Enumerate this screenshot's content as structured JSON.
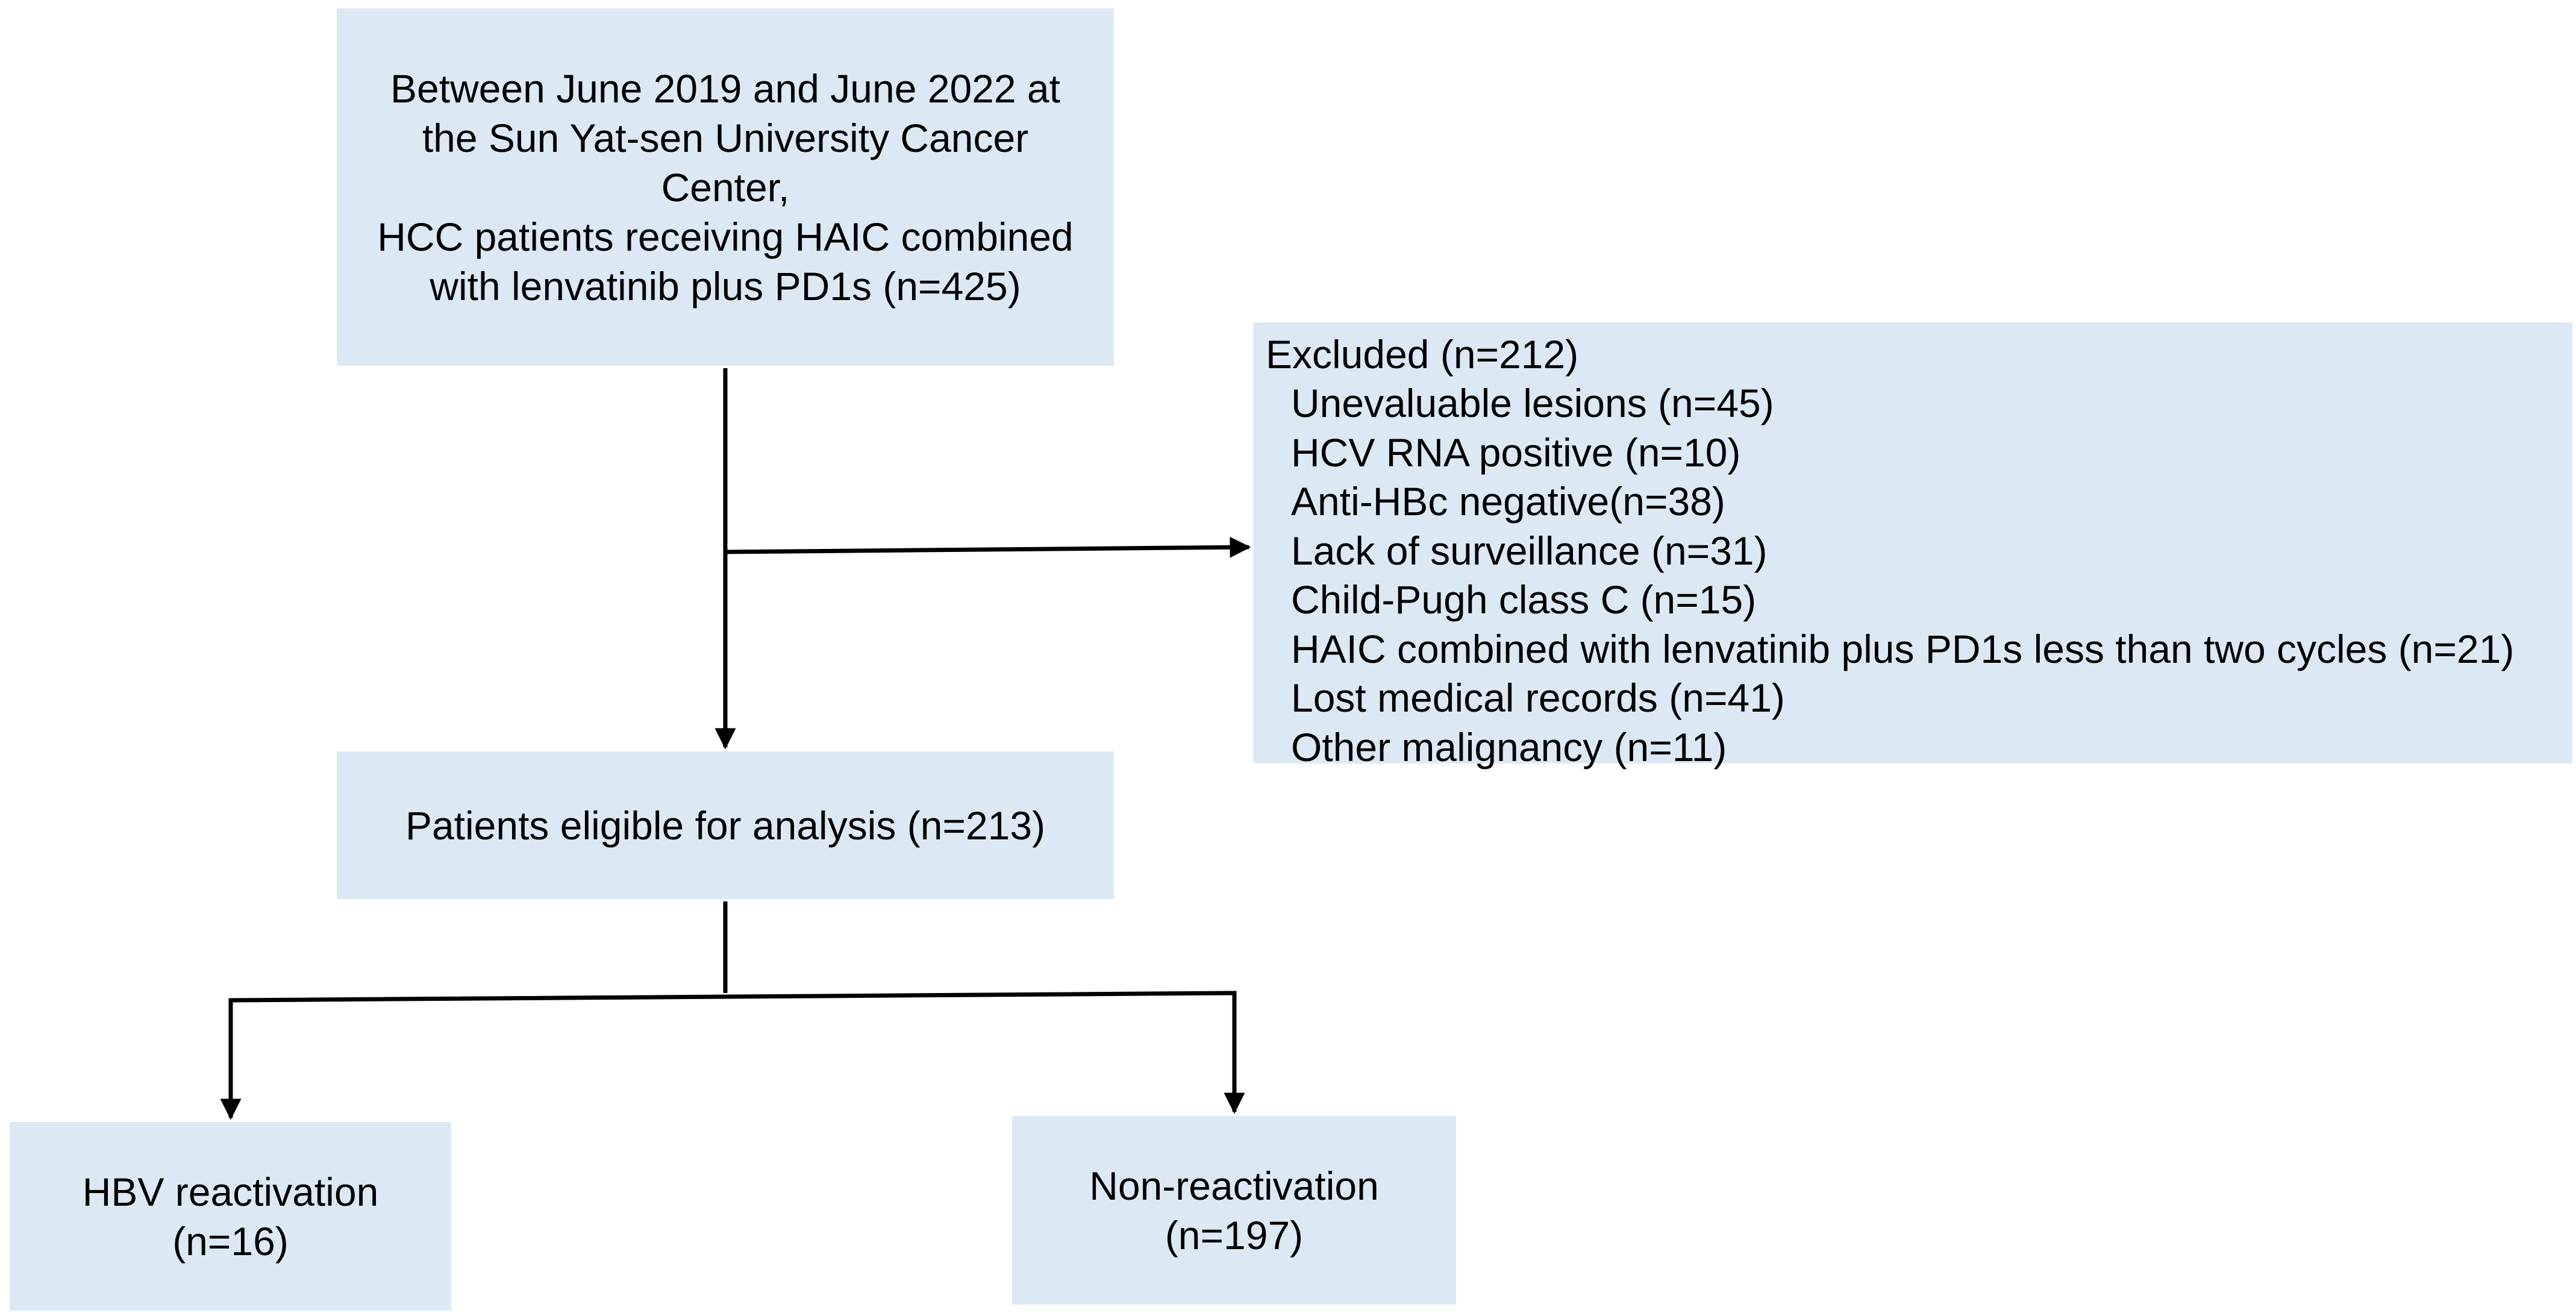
{
  "source": {
    "lines": [
      "Between June 2019 and June 2022 at",
      "the Sun Yat-sen University Cancer",
      "Center,",
      "HCC patients receiving HAIC combined",
      "with lenvatinib plus PD1s (n=425)"
    ]
  },
  "excluded": {
    "title": "Excluded (n=212)",
    "items": [
      "Unevaluable lesions (n=45)",
      "HCV RNA positive (n=10)",
      "Anti-HBc negative(n=38)",
      "Lack of surveillance (n=31)",
      "Child-Pugh class C (n=15)",
      "HAIC combined with lenvatinib plus PD1s less than two cycles (n=21)",
      "Lost medical records (n=41)",
      "Other malignancy (n=11)"
    ]
  },
  "eligible": {
    "label": "Patients eligible for analysis (n=213)"
  },
  "hbv": {
    "lines": [
      "HBV reactivation",
      "(n=16)"
    ]
  },
  "non_reactivation": {
    "lines": [
      "Non-reactivation",
      "(n=197)"
    ]
  },
  "colors": {
    "box_fill": "#dce9f5",
    "line": "#000000"
  }
}
